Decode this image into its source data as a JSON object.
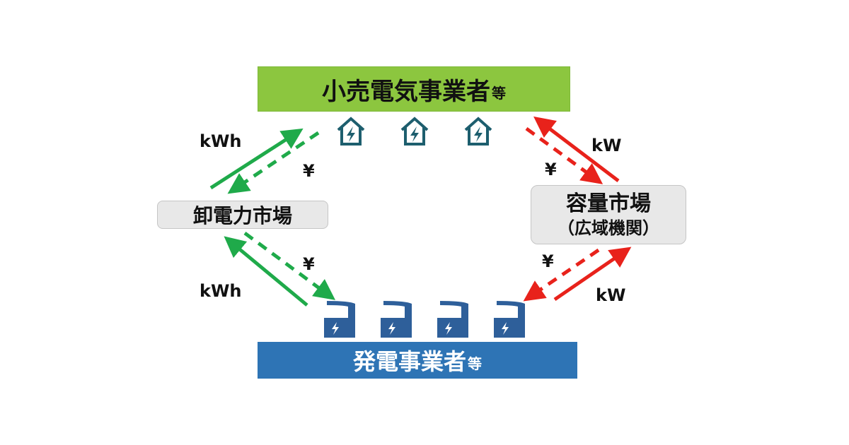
{
  "nodes": {
    "retail": {
      "label": "小売電気事業者",
      "suffix": "等"
    },
    "generation": {
      "label": "発電事業者",
      "suffix": "等"
    },
    "wholesale_market": {
      "label": "卸電力市場"
    },
    "capacity_market": {
      "label": "容量市場",
      "sublabel": "（広域機関）"
    }
  },
  "flows": {
    "wholesale_to_retail": {
      "label": "kWh"
    },
    "retail_to_wholesale_payment": {
      "label": "¥"
    },
    "gen_to_wholesale": {
      "label": "kWh"
    },
    "wholesale_to_gen_payment": {
      "label": "¥"
    },
    "capacity_to_retail": {
      "label": "kW"
    },
    "retail_to_capacity_payment": {
      "label": "¥"
    },
    "gen_to_capacity": {
      "label": "kW"
    },
    "capacity_to_gen_payment": {
      "label": "¥"
    }
  },
  "icons": {
    "houses": [
      "house-bolt-icon",
      "house-bolt-icon",
      "house-bolt-icon"
    ],
    "factories": [
      "factory-bolt-icon",
      "factory-bolt-icon",
      "factory-bolt-icon",
      "factory-bolt-icon"
    ]
  },
  "colors": {
    "retail": "#8cc63f",
    "generation": "#2e74b5",
    "kwh_flow": "#1faa4a",
    "kw_flow": "#e8221b",
    "house": "#1d5e6e",
    "factory": "#2e5f9a"
  }
}
